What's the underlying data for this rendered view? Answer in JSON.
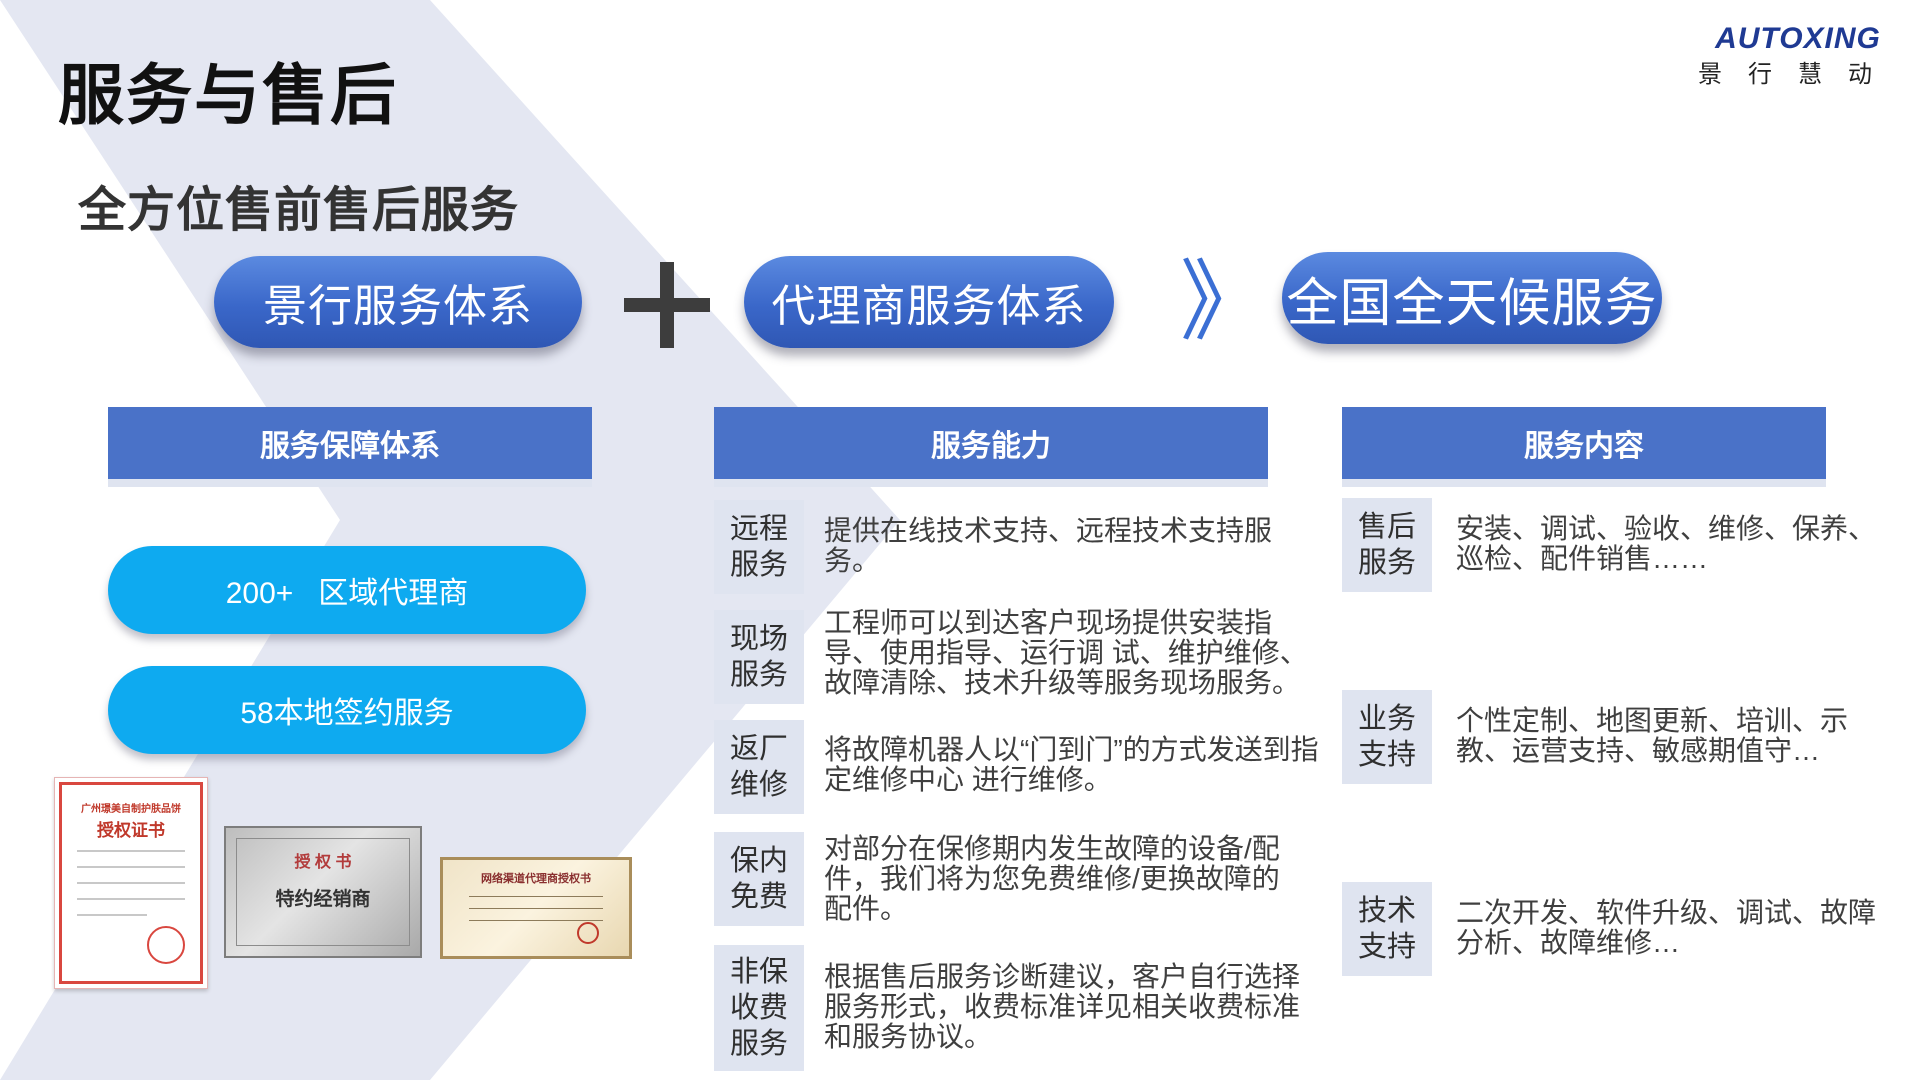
{
  "title": "服务与售后",
  "subtitle": "全方位售前售后服务",
  "logo": {
    "brand": "AUTOXING",
    "chinese": "景行慧动"
  },
  "flow": {
    "pill1": "景行服务体系",
    "pill2": "代理商服务体系",
    "pill3": "全国全天候服务",
    "operator_icon": "plus-icon",
    "arrow_icon": "double-chevron-right-icon"
  },
  "sections": {
    "guarantee": {
      "header": "服务保障体系",
      "items": [
        "200+   区域代理商",
        "58本地签约服务"
      ],
      "certificates": [
        {
          "header": "广州璟美自制护肤品饼",
          "title": "授权证书"
        },
        {
          "title": "授 权 书",
          "subtitle": "特约经销商"
        },
        {
          "title": "网络渠道代理商授权书"
        }
      ]
    },
    "capability": {
      "header": "服务能力",
      "rows": [
        {
          "tag": "远程\n服务",
          "text": "提供在线技术支持、远程技术支持服务。"
        },
        {
          "tag": "现场\n服务",
          "text": "工程师可以到达客户现场提供安装指导、使用指导、运行调 试、维护维修、故障清除、技术升级等服务现场服务。"
        },
        {
          "tag": "返厂\n维修",
          "text": "将故障机器人以“门到门”的方式发送到指定维修中心 进行维修。"
        },
        {
          "tag": "保内\n免费",
          "text": "对部分在保修期内发生故障的设备/配件，我们将为您免费维修/更换故障的配件。"
        },
        {
          "tag": "非保\n收费\n服务",
          "text": "根据售后服务诊断建议，客户自行选择服务形式，收费标准详见相关收费标准和服务协议。"
        }
      ]
    },
    "content": {
      "header": "服务内容",
      "rows": [
        {
          "tag": "售后\n服务",
          "text": "安装、调试、验收、维修、保养、巡检、配件销售……"
        },
        {
          "tag": "业务\n支持",
          "text": "个性定制、地图更新、培训、示教、运营支持、敏感期值守…"
        },
        {
          "tag": "技术\n支持",
          "text": "二次开发、软件升级、调试、故障分析、故障维修…"
        }
      ]
    }
  },
  "colors": {
    "primary_blue": "#4a72c8",
    "pill_cyan": "#0eaaf0",
    "tag_bg": "#dfe4f0",
    "chevron_bg": "#e4e7f2"
  }
}
